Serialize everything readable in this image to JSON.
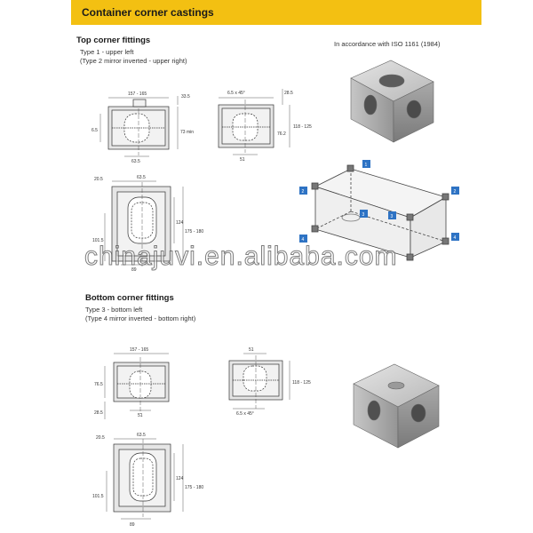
{
  "header": {
    "title": "Container corner castings",
    "color": "#f3c012"
  },
  "top_section": {
    "title": "Top corner fittings",
    "type_line": "Type 1 - upper left",
    "type_note": "(Type 2 mirror inverted - upper right)",
    "standard": "In accordance with ISO 1161 (1984)"
  },
  "bottom_section": {
    "title": "Bottom corner fittings",
    "type_line": "Type 3 - bottom left",
    "type_note": "(Type 4 mirror inverted - bottom right)"
  },
  "dims_top": {
    "width": "157 - 165",
    "hole_offset": "63.5",
    "height_a": "33.5",
    "height_b": "73 min",
    "left_a": "6.5",
    "bevel": "6.5 x 45°",
    "right_a": "28.5",
    "mid_a": "76.2",
    "full_h": "118 - 125",
    "bottom_a": "51",
    "plan_left": "20.5",
    "plan_hole": "63.5",
    "plan_h": "124",
    "plan_range": "175 - 180",
    "plan_side": "101.5",
    "plan_bottom": "89"
  },
  "dims_bottom": {
    "width": "157 - 165",
    "left_a": "76.5",
    "left_b": "28.5",
    "bottom_a": "51",
    "side_top": "51",
    "side_h": "118 - 125",
    "bevel": "6.5 x 45°",
    "plan_left": "20.5",
    "plan_hole": "63.5",
    "plan_h": "124",
    "plan_range": "175 - 180",
    "plan_side": "101.5",
    "plan_bottom": "89"
  },
  "container_labels": [
    "1",
    "2",
    "2",
    "3",
    "3",
    "4",
    "4"
  ],
  "watermark": "chinajuvi.en.alibaba.com"
}
